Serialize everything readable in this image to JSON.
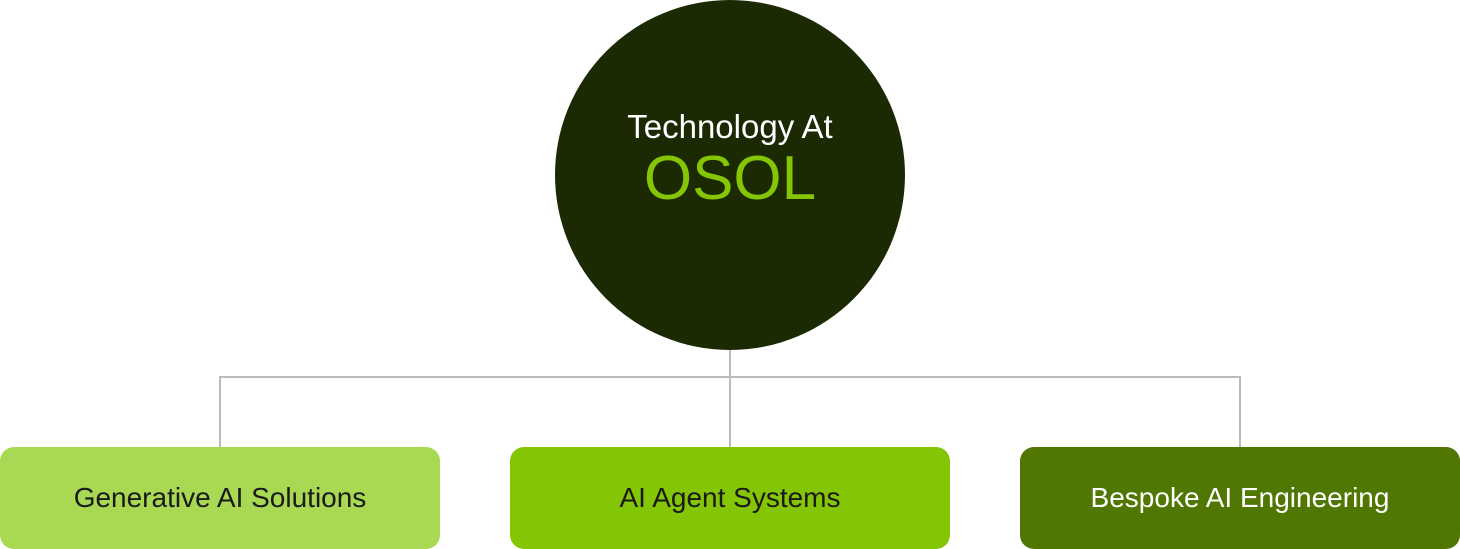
{
  "center": {
    "title": "Technology At",
    "brand": "OSOL"
  },
  "branches": [
    {
      "label": "Generative AI Solutions",
      "color": "#a9d852",
      "text_color": "#1a1a1a"
    },
    {
      "label": "AI Agent Systems",
      "color": "#84c506",
      "text_color": "#1a1a1a"
    },
    {
      "label": "Bespoke AI Engineering",
      "color": "#4f7702",
      "text_color": "#ffffff"
    }
  ]
}
